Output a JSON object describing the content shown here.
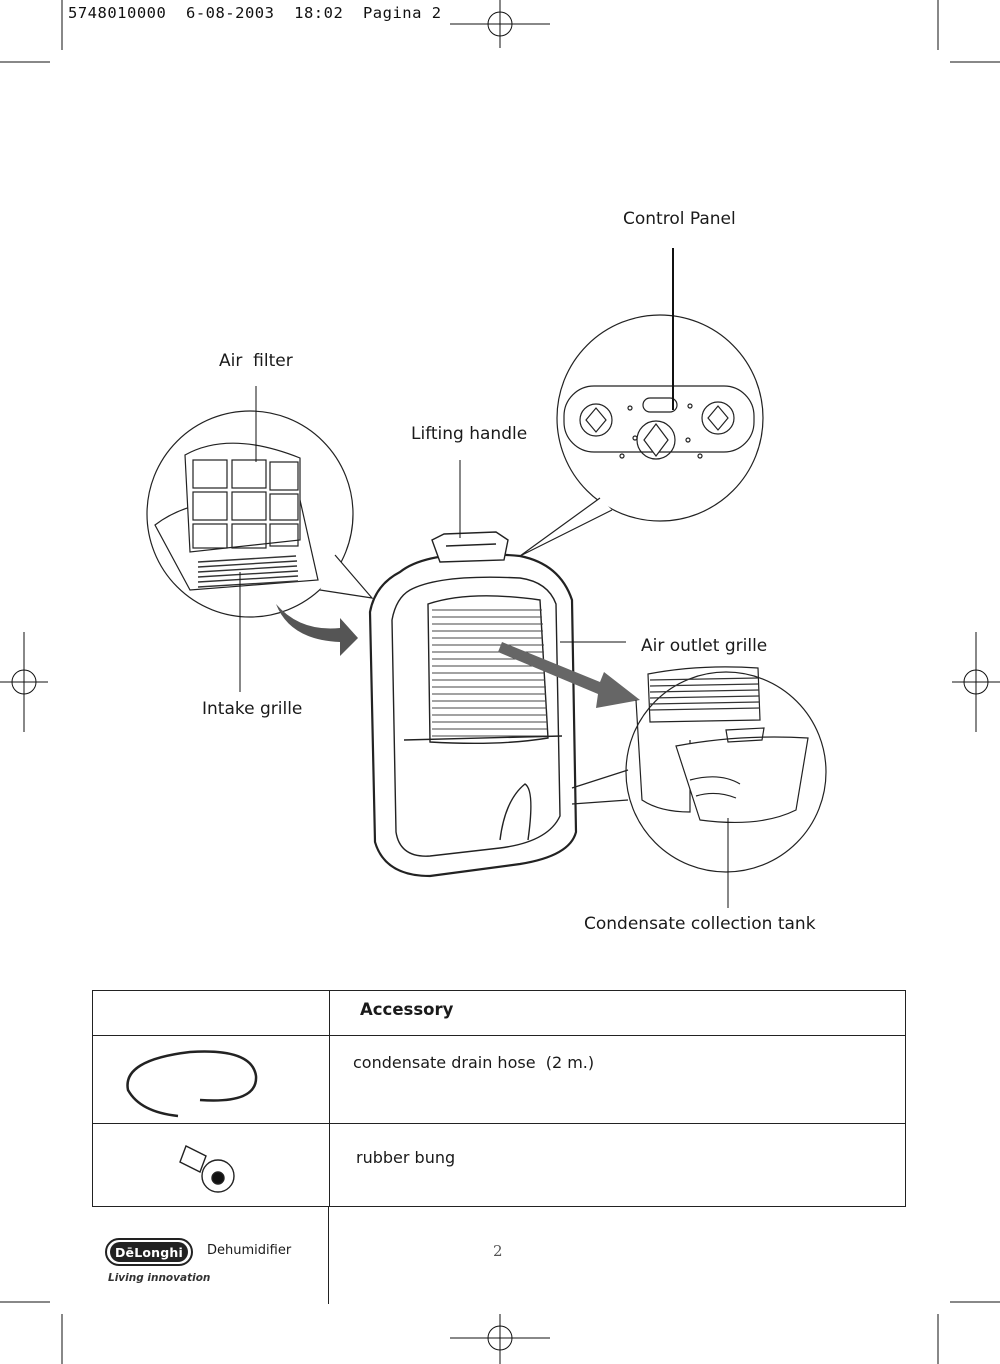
{
  "print_slug": "5748010000  6-08-2003  18:02  Pagina 2",
  "labels": {
    "control_panel": "Control Panel",
    "air_filter": "Air  filter",
    "lifting_handle": "Lifting handle",
    "air_outlet_grille": "Air outlet grille",
    "intake_grille": "Intake grille",
    "condensate_tank": "Condensate collection tank"
  },
  "accessories": {
    "header": "Accessory",
    "items": [
      {
        "name": "condensate drain hose  (2 m.)",
        "icon": "drain-hose-icon"
      },
      {
        "name": "rubber bung",
        "icon": "rubber-bung-icon"
      }
    ]
  },
  "footer": {
    "brand": "DēLonghi",
    "tagline": "Living innovation",
    "document_name": "Dehumidifier",
    "page_number": "2"
  }
}
